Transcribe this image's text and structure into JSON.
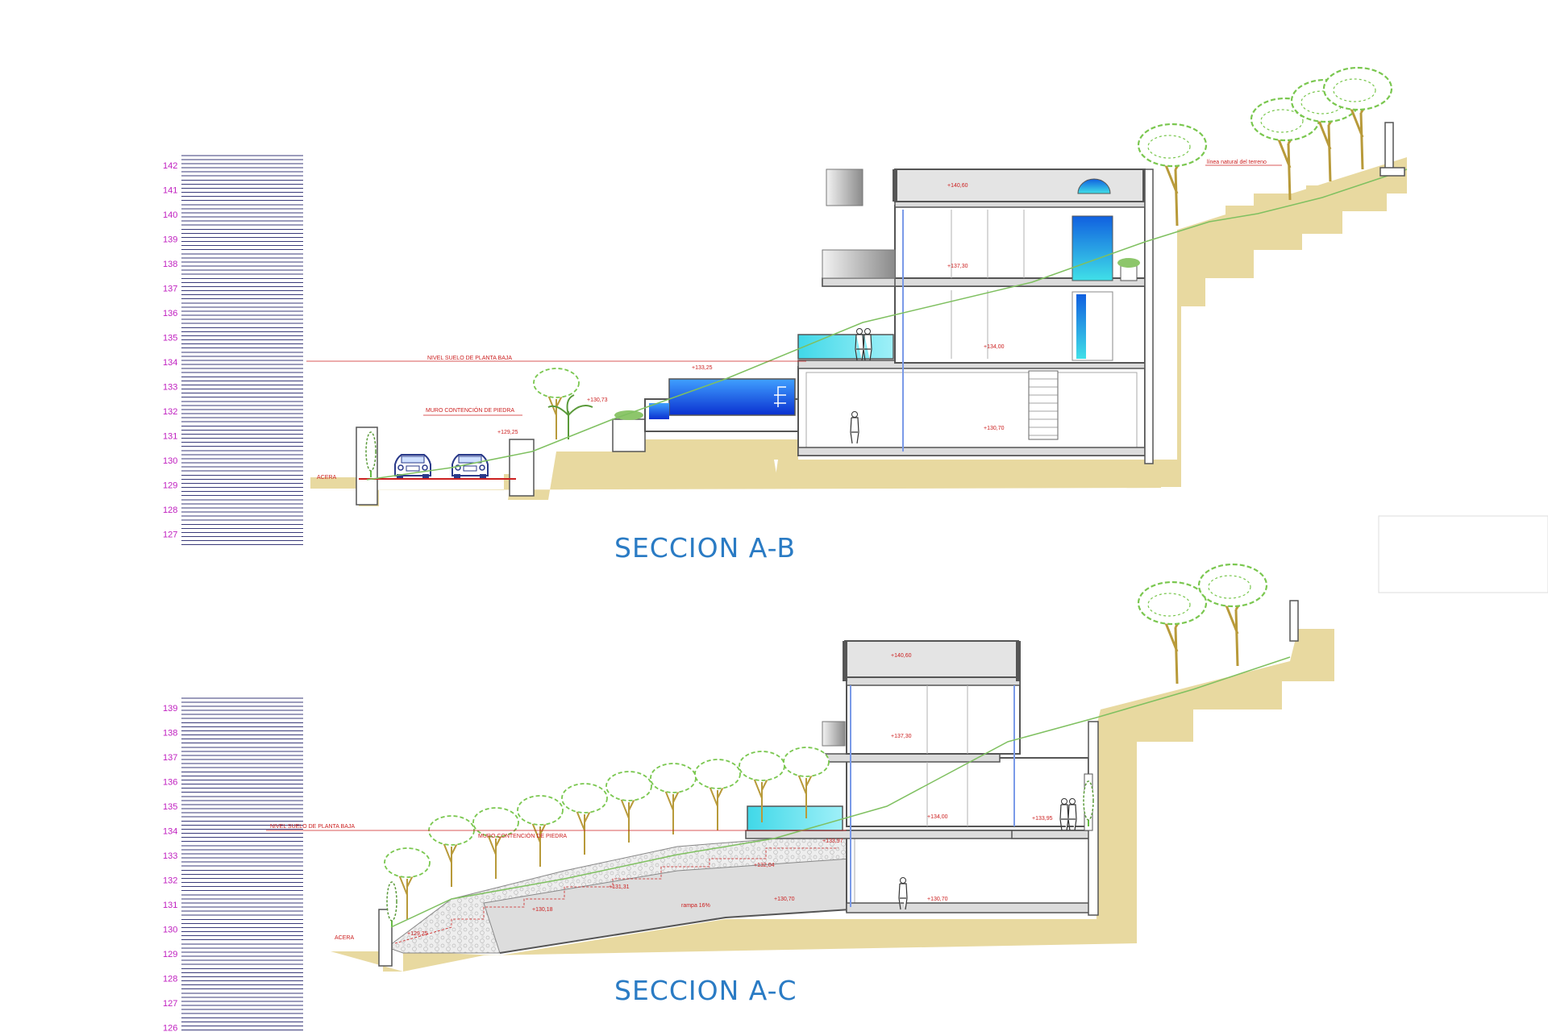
{
  "sections": [
    {
      "title": "SECCION A-B",
      "levels": [
        "142",
        "141",
        "140",
        "139",
        "138",
        "137",
        "136",
        "135",
        "134",
        "133",
        "132",
        "131",
        "130",
        "129",
        "128",
        "127"
      ],
      "notes": {
        "ground_floor": "NIVEL SUELO DE PLANTA BAJA",
        "stone_wall": "MURO CONTENCIÓN DE PIEDRA",
        "sidewalk": "ACERA",
        "terrain": "línea natural del terreno"
      },
      "elevations": [
        "+140,60",
        "+137,30",
        "+134,00",
        "+133,25",
        "+130,73",
        "+129,25",
        "+130,70"
      ]
    },
    {
      "title": "SECCION A-C",
      "levels": [
        "139",
        "138",
        "137",
        "136",
        "135",
        "134",
        "133",
        "132",
        "131",
        "130",
        "129",
        "128",
        "127",
        "126"
      ],
      "notes": {
        "ground_floor": "NIVEL SUELO DE PLANTA BAJA",
        "stone_wall": "MURO CONTENCIÓN DE PIEDRA",
        "sidewalk": "ACERA",
        "ramp": "rampa 16%"
      },
      "elevations": [
        "+140,60",
        "+137,30",
        "+134,00",
        "+133,95",
        "+133,97",
        "+132,04",
        "+131,31",
        "+130,70",
        "+130,18",
        "+130,70",
        "+129,25"
      ]
    }
  ],
  "colors": {
    "title": "#2a7bc4",
    "level_numbers": "#c020c0",
    "annotations": "#cc2020",
    "terrain_line": "#7fc060",
    "earth": "#e8d9a0",
    "pool_water": "#1e5fe0"
  }
}
